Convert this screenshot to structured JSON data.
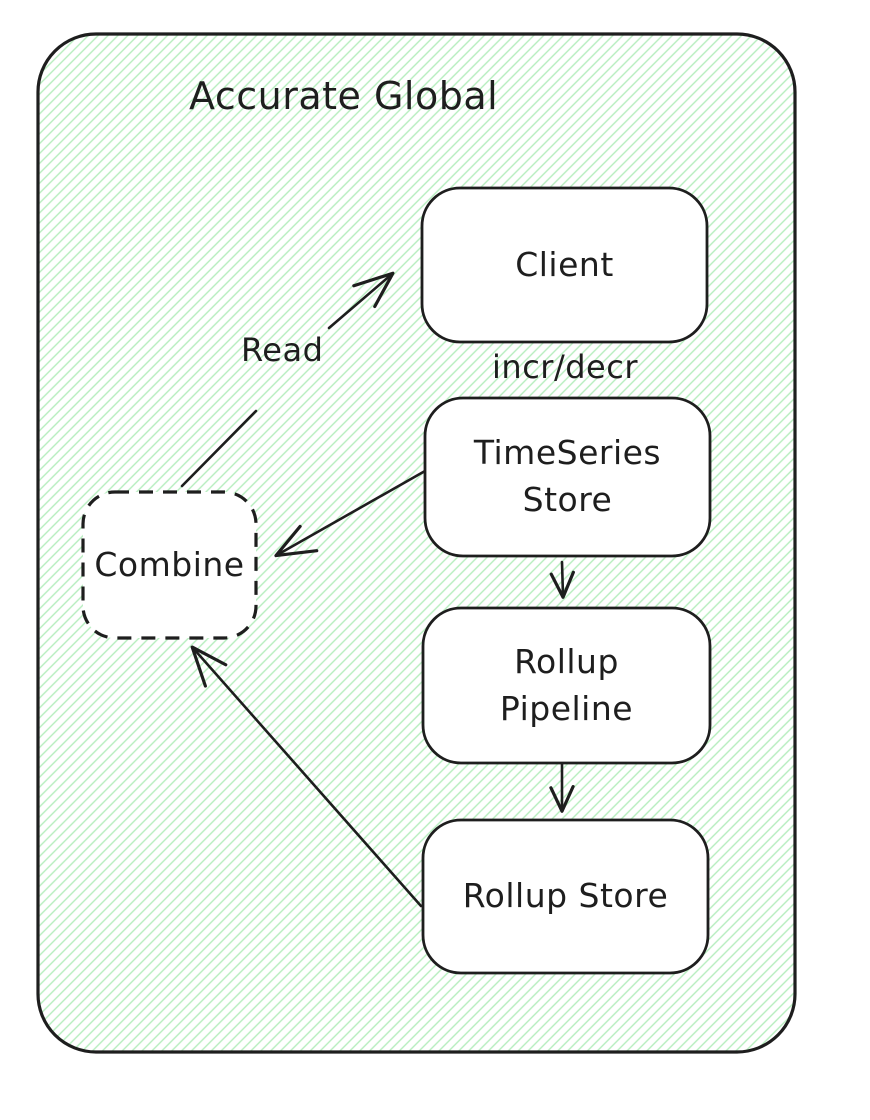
{
  "diagram": {
    "type": "flowchart",
    "title": "Accurate Global",
    "nodes": [
      {
        "id": "client",
        "label": "Client",
        "shape": "rounded-rectangle",
        "border": "solid"
      },
      {
        "id": "timeseries-store",
        "label": "TimeSeries Store",
        "shape": "rounded-rectangle",
        "border": "solid"
      },
      {
        "id": "rollup-pipeline",
        "label": "Rollup Pipeline",
        "shape": "rounded-rectangle",
        "border": "solid"
      },
      {
        "id": "rollup-store",
        "label": "Rollup Store",
        "shape": "rounded-rectangle",
        "border": "solid"
      },
      {
        "id": "combine",
        "label": "Combine",
        "shape": "rounded-rectangle",
        "border": "dashed"
      }
    ],
    "edges": [
      {
        "from": "combine",
        "to": "client",
        "label": "Read",
        "direction": "up-right"
      },
      {
        "from": "client",
        "to": "timeseries-store",
        "label": "incr/decr",
        "direction": "down"
      },
      {
        "from": "timeseries-store",
        "to": "combine",
        "label": "",
        "direction": "down-left"
      },
      {
        "from": "timeseries-store",
        "to": "rollup-pipeline",
        "label": "",
        "direction": "down"
      },
      {
        "from": "rollup-pipeline",
        "to": "rollup-store",
        "label": "",
        "direction": "down"
      },
      {
        "from": "rollup-store",
        "to": "combine",
        "label": "",
        "direction": "up-left"
      }
    ],
    "colors": {
      "stroke": "#1e1e1e",
      "container_hatch": "#b5edbd",
      "node_fill": "#ffffff",
      "background": "#ffffff"
    }
  }
}
